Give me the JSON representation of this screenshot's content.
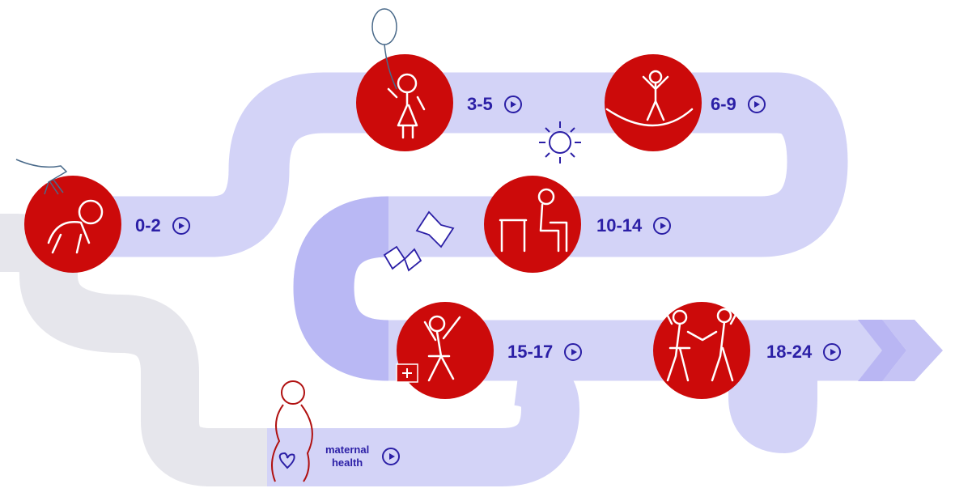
{
  "colors": {
    "ribbon": "#d3d3f7",
    "ribbon_dark": "#a9a6f2",
    "grey": "#e6e6ec",
    "circle": "#cc0a0a",
    "text": "#2b1fa6"
  },
  "stages": [
    {
      "label": "0-2",
      "icon": "crawling-baby-icon"
    },
    {
      "label": "3-5",
      "icon": "child-balloon-icon"
    },
    {
      "label": "6-9",
      "icon": "jump-rope-icon"
    },
    {
      "label": "10-14",
      "icon": "student-desk-icon"
    },
    {
      "label": "15-17",
      "icon": "teen-selfie-icon"
    },
    {
      "label": "18-24",
      "icon": "young-adults-icon"
    }
  ],
  "maternal": {
    "line1": "maternal",
    "line2": "health",
    "icon": "pregnant-woman-icon"
  }
}
